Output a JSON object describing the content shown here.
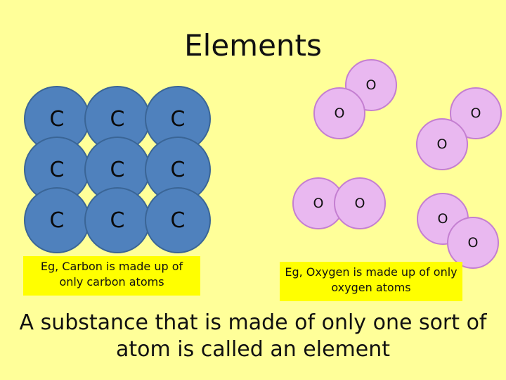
{
  "title": "Elements",
  "carbon_label": "C",
  "oxygen_label": "O",
  "captions": {
    "carbon": "Eg, Carbon is made up of only carbon atoms",
    "oxygen": "Eg, Oxygen is made up of only oxygen atoms"
  },
  "summary": "A substance that is made of only one sort of atom is called an element",
  "colors": {
    "background": "#ffff99",
    "carbon_atom": "#4f81bd",
    "oxygen_atom": "#e9b8f0",
    "caption_box": "#ffff00"
  }
}
